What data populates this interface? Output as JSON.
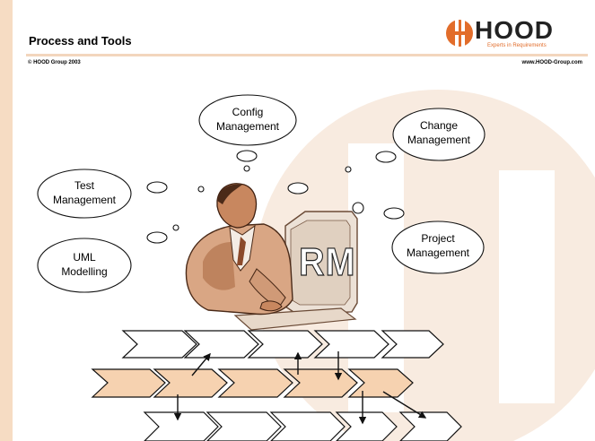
{
  "header": {
    "title": "Process and Tools",
    "copyright": "© HOOD Group 2003",
    "website": "www.HOOD-Group.com"
  },
  "logo": {
    "wordmark": "HOOD",
    "tagline": "Experts in Requirements"
  },
  "diagram": {
    "center_label": "RM",
    "bubbles": {
      "config": [
        "Config",
        "Management"
      ],
      "change": [
        "Change",
        "Management"
      ],
      "test": [
        "Test",
        "Management"
      ],
      "project": [
        "Project",
        "Management"
      ],
      "uml": [
        "UML",
        "Modelling"
      ]
    }
  },
  "colors": {
    "accent_peach": "#f6d2b0",
    "watermark": "#f7e7da",
    "logo_orange": "#e26d2b"
  }
}
